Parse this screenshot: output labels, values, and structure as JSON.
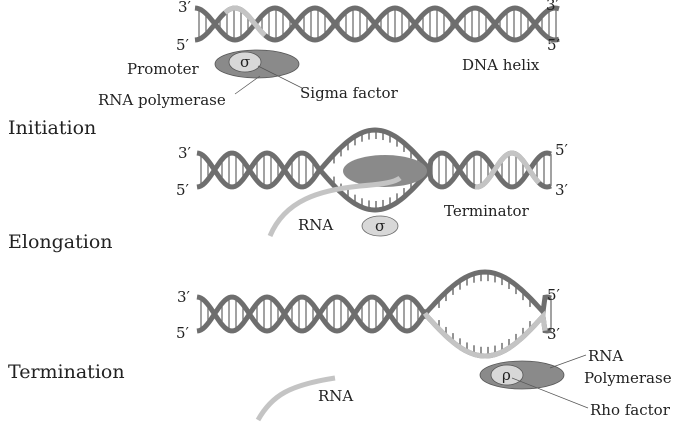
{
  "colors": {
    "strand": "#6e6e6e",
    "rung": "#7a7a7a",
    "light": "#c4c4c4",
    "enzyme": "#8a8a8a",
    "factor": "#d8d8d8"
  },
  "stages": {
    "initiation": "Initiation",
    "elongation": "Elongation",
    "termination": "Termination"
  },
  "top": {
    "end3_left": "3′",
    "end5_left": "5′",
    "end3_right": "3′",
    "end5_right": "5′",
    "promoter": "Promoter",
    "rna_polymerase": "RNA polymerase",
    "sigma_factor": "Sigma factor",
    "sigma_symbol": "σ",
    "dna_helix": "DNA helix"
  },
  "middle": {
    "end3_left": "3′",
    "end5_left": "5′",
    "end5_right": "5′",
    "end3_right": "3′",
    "rna": "RNA",
    "sigma_symbol": "σ",
    "terminator": "Terminator"
  },
  "bottom": {
    "end3_left": "3′",
    "end5_left": "5′",
    "end5_right": "5′",
    "end3_right": "3′",
    "rna": "RNA",
    "rna_polymerase_line1": "RNA",
    "rna_polymerase_line2": "Polymerase",
    "rho_symbol": "ρ",
    "rho_factor": "Rho factor"
  }
}
